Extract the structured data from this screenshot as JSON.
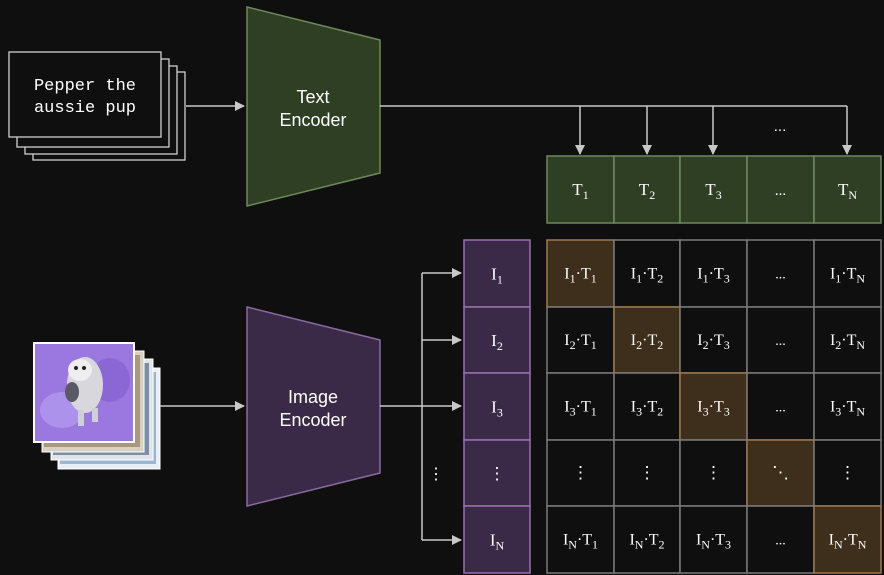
{
  "text_input": {
    "line1": "Pepper the",
    "line2": "aussie pup"
  },
  "text_encoder": {
    "line1": "Text",
    "line2": "Encoder"
  },
  "image_encoder": {
    "line1": "Image",
    "line2": "Encoder"
  },
  "text_arrow_ellipsis": "...",
  "text_embeddings": [
    {
      "base": "T",
      "sub": "1"
    },
    {
      "base": "T",
      "sub": "2"
    },
    {
      "base": "T",
      "sub": "3"
    },
    {
      "base": "...",
      "sub": ""
    },
    {
      "base": "T",
      "sub": "N"
    }
  ],
  "image_embeddings": [
    {
      "base": "I",
      "sub": "1"
    },
    {
      "base": "I",
      "sub": "2"
    },
    {
      "base": "I",
      "sub": "3"
    },
    {
      "base": "⋮",
      "sub": ""
    },
    {
      "base": "I",
      "sub": "N"
    }
  ],
  "image_arrow_ellipsis": "⋮",
  "matrix": {
    "row_subs": [
      "1",
      "2",
      "3",
      "",
      "N"
    ],
    "col_subs": [
      "1",
      "2",
      "3",
      "",
      "N"
    ],
    "ellipsis_h": "...",
    "ellipsis_v": "⋮",
    "ellipsis_d": "⋱"
  },
  "colors": {
    "background": "#0f0f0f",
    "text_encoder_fill": "#2e3f24",
    "text_encoder_stroke": "#6d8a5b",
    "text_embed_fill": "#2e3f24",
    "text_embed_stroke": "#6d8a5b",
    "image_encoder_fill": "#3b2a47",
    "image_encoder_stroke": "#8a6a9e",
    "image_embed_fill": "#3b2a47",
    "image_embed_stroke": "#9a6fb0",
    "diagonal_fill": "#3d2f1c",
    "diagonal_stroke": "#a07848",
    "cell_stroke": "#7a7a7a",
    "arrow": "#c8c8c8",
    "text": "#ffffff",
    "photo_purple": "#9a78e0"
  }
}
